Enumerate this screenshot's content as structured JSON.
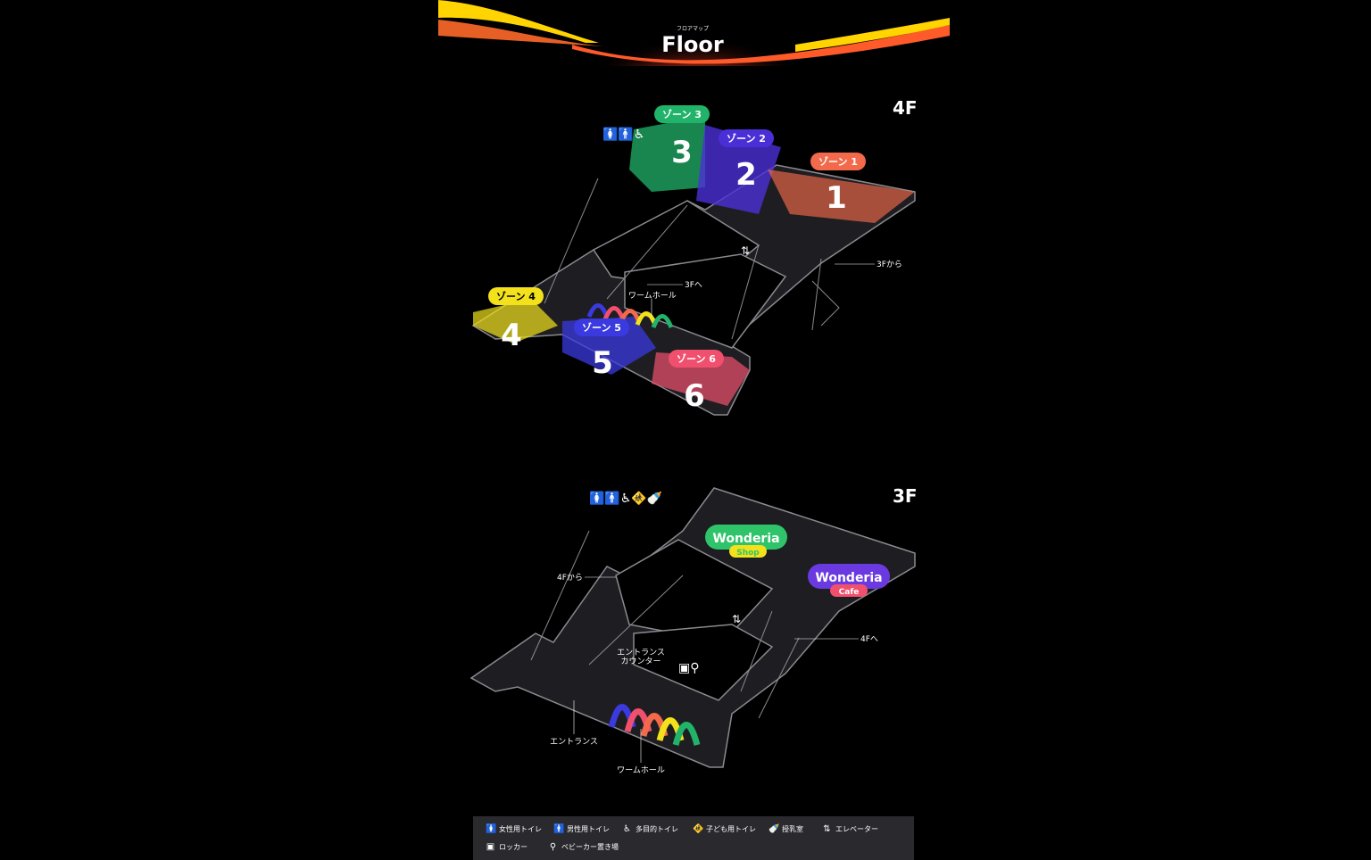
{
  "header": {
    "subtitle": "フロアマップ",
    "title": "Floor"
  },
  "floor4": {
    "label": "4F",
    "zones": [
      {
        "pill": "ゾーン 1",
        "num": "1",
        "color": "#f26a4b"
      },
      {
        "pill": "ゾーン 2",
        "num": "2",
        "color": "#4b2fd6"
      },
      {
        "pill": "ゾーン 3",
        "num": "3",
        "color": "#22b36a"
      },
      {
        "pill": "ゾーン 4",
        "num": "4",
        "color": "#f2e11b"
      },
      {
        "pill": "ゾーン 5",
        "num": "5",
        "color": "#3a3ae0"
      },
      {
        "pill": "ゾーン 6",
        "num": "6",
        "color": "#f0506e"
      }
    ],
    "labels": {
      "to3f": "3Fへ",
      "worm_hall": "ワームホール",
      "from3f": "3Fから"
    }
  },
  "floor3": {
    "label": "3F",
    "labels": {
      "from4f": "4Fから",
      "to4f": "4Fへ",
      "entrance_counter_1": "エントランス",
      "entrance_counter_2": "カウンター",
      "entrance": "エントランス",
      "worm_hall": "ワームホール"
    },
    "shop": {
      "logo": "Wonderia",
      "sub": "Shop",
      "color": "#2fc46a"
    },
    "cafe": {
      "logo": "Wonderia",
      "sub": "Cafe",
      "color": "#6a3ae0"
    }
  },
  "legend": {
    "items": [
      {
        "icon": "womens-toilet-icon",
        "glyph": "🚺",
        "label": "女性用トイレ"
      },
      {
        "icon": "mens-toilet-icon",
        "glyph": "🚹",
        "label": "男性用トイレ"
      },
      {
        "icon": "accessible-toilet-icon",
        "glyph": "♿",
        "label": "多目的トイレ"
      },
      {
        "icon": "kids-toilet-icon",
        "glyph": "🚸",
        "label": "子ども用トイレ"
      },
      {
        "icon": "nursing-room-icon",
        "glyph": "🍼",
        "label": "授乳室"
      },
      {
        "icon": "elevator-icon",
        "glyph": "⇅",
        "label": "エレベーター"
      },
      {
        "icon": "locker-icon",
        "glyph": "▣",
        "label": "ロッカー"
      },
      {
        "icon": "stroller-icon",
        "glyph": "⚲",
        "label": "ベビーカー置き場"
      }
    ]
  },
  "colors": {
    "wall": "#222226",
    "wall_edge": "#8a8a90",
    "accent_red": "#ff4a2a",
    "accent_yellow": "#ffd400"
  }
}
